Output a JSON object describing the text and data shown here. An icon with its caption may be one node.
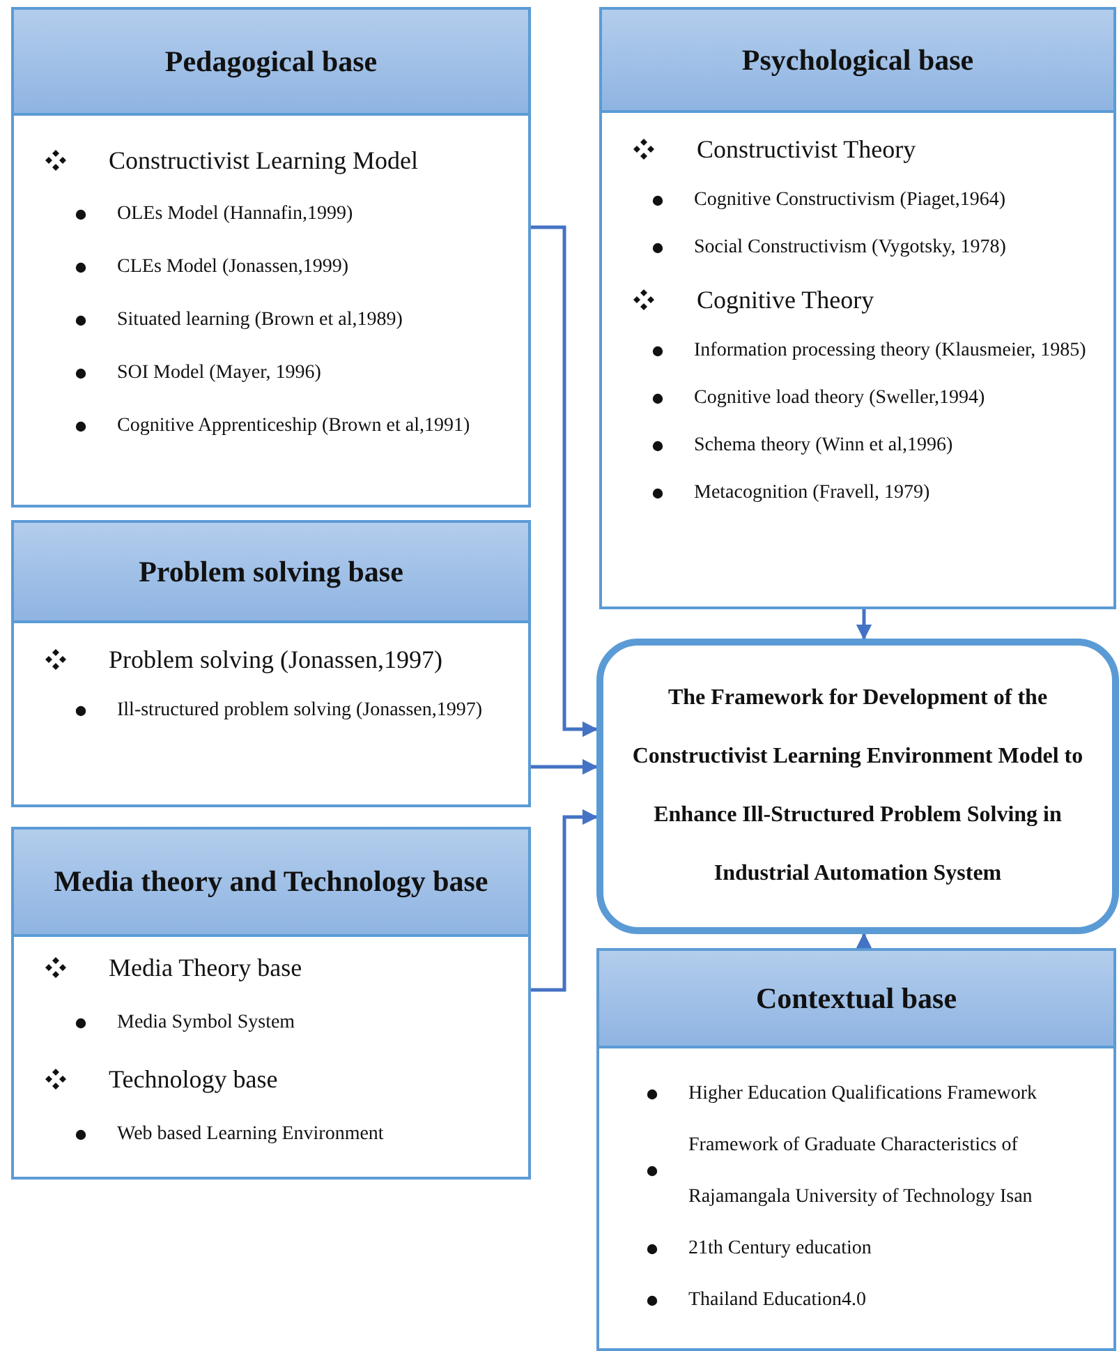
{
  "diagram": {
    "nodes": [
      {
        "text": [
          "Pedagogical base",
          "Constructivist Learning Model",
          "OLEs Model (Hannafin,1999)",
          "CLEs Model (Jonassen,1999)",
          "Situated learning (Brown et al,1989)",
          "SOI Model (Mayer, 1996)",
          "Cognitive Apprenticeship (Brown et al,1991)"
        ]
      },
      {
        "text": [
          "Psychological base",
          "Constructivist Theory",
          "Cognitive Constructivism (Piaget,1964)",
          "Social Constructivism (Vygotsky, 1978)",
          "Cognitive Theory",
          "Information processing theory (Klausmeier, 1985)",
          "Cognitive load theory (Sweller,1994)",
          "Schema theory (Winn et al,1996)",
          "Metacognition (Fravell, 1979)"
        ]
      },
      {
        "text": [
          "Problem solving base",
          "Problem solving (Jonassen,1997)",
          "Ill-structured problem solving (Jonassen,1997)"
        ]
      },
      {
        "text": [
          "The Framework for Development of the Constructivist Learning Environment Model to Enhance Ill-Structured Problem Solving in Industrial Automation System"
        ]
      },
      {
        "text": [
          "Media theory and Technology base",
          "Media Theory base",
          "Media Symbol System",
          "Technology base",
          "Web based Learning Environment"
        ]
      },
      {
        "text": [
          "Contextual base",
          "Higher Education Qualifications Framework",
          "Framework of Graduate Characteristics of Rajamangala University of Technology Isan",
          "21th Century education",
          "Thailand Education4.0"
        ]
      }
    ],
    "edges": [
      {
        "from": 0,
        "to": 3,
        "arrow": "to"
      },
      {
        "from": 2,
        "to": 3,
        "arrow": "to"
      },
      {
        "from": 4,
        "to": 3,
        "arrow": "to"
      },
      {
        "from": 1,
        "to": 3,
        "arrow": "to"
      },
      {
        "from": 5,
        "to": 3,
        "arrow": "to"
      }
    ]
  }
}
